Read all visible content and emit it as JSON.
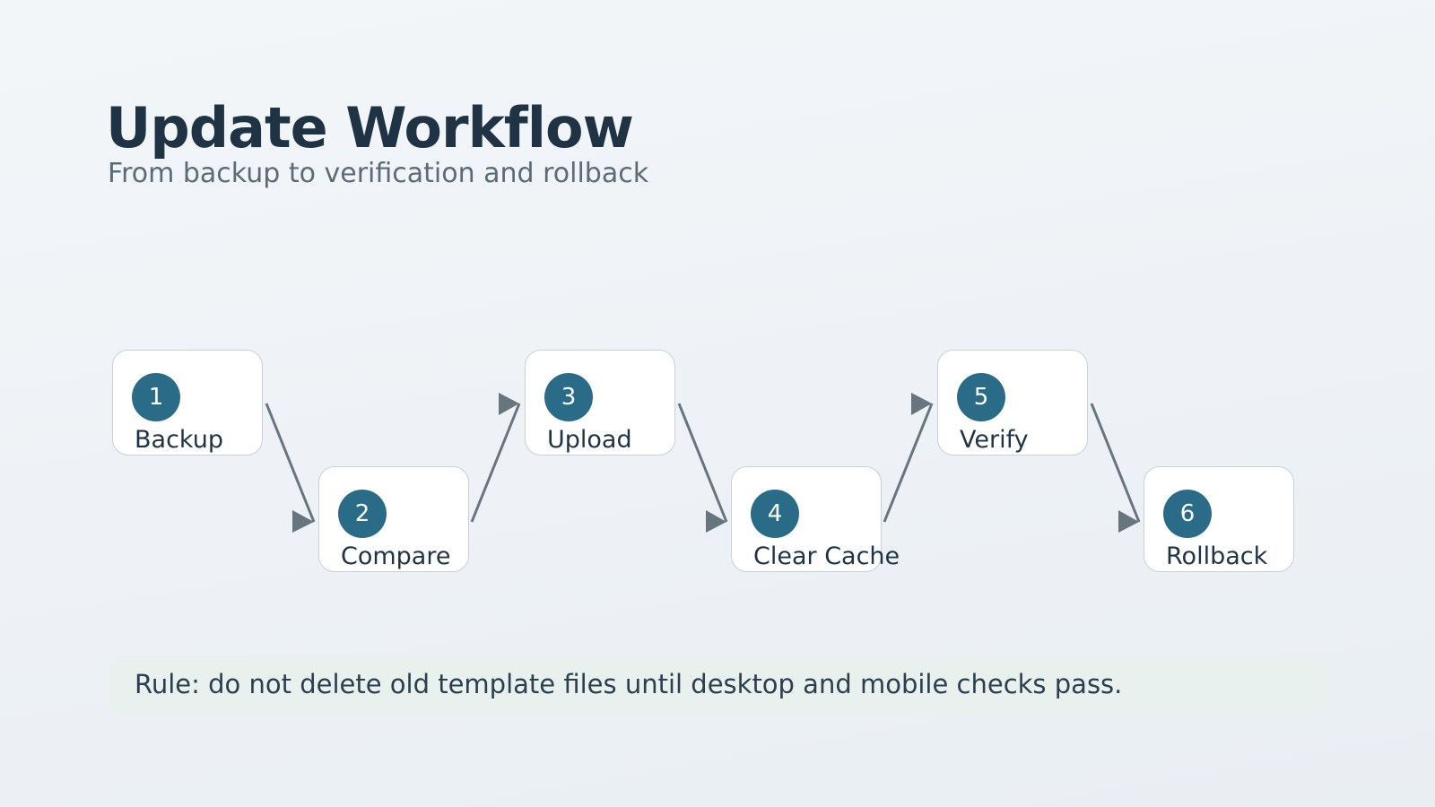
{
  "title": "Update Workflow",
  "subtitle": "From backup to verification and rollback",
  "steps": [
    {
      "number": "1",
      "label": "Backup"
    },
    {
      "number": "2",
      "label": "Compare"
    },
    {
      "number": "3",
      "label": "Upload"
    },
    {
      "number": "4",
      "label": "Clear Cache"
    },
    {
      "number": "5",
      "label": "Verify"
    },
    {
      "number": "6",
      "label": "Rollback"
    }
  ],
  "rule": "Rule: do not delete old template files until desktop and mobile checks pass.",
  "colors": {
    "badge": "#2a6c87",
    "arrow": "#67757f",
    "title": "#1f3345",
    "rule_background": "#e8f1ee"
  }
}
